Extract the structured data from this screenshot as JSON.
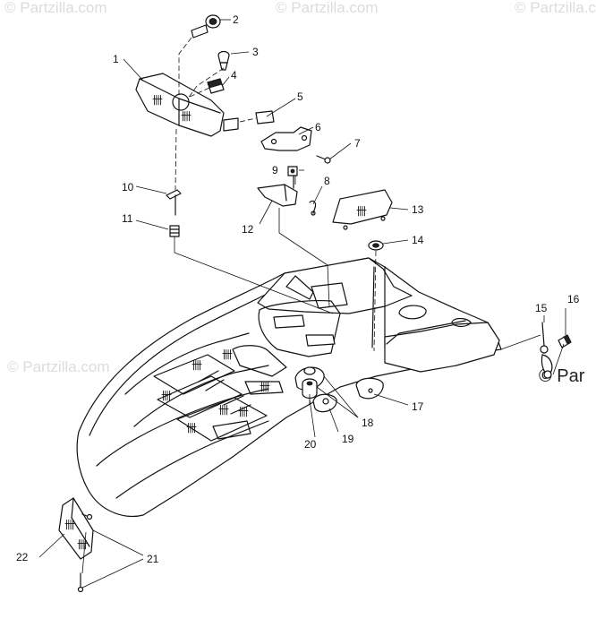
{
  "watermark": {
    "text": "© Partzilla.com",
    "side_text": "© Par"
  },
  "callouts": [
    "1",
    "2",
    "3",
    "4",
    "5",
    "6",
    "7",
    "8",
    "9",
    "10",
    "11",
    "12",
    "13",
    "14",
    "15",
    "16",
    "17",
    "18",
    "19",
    "20",
    "21",
    "22"
  ]
}
